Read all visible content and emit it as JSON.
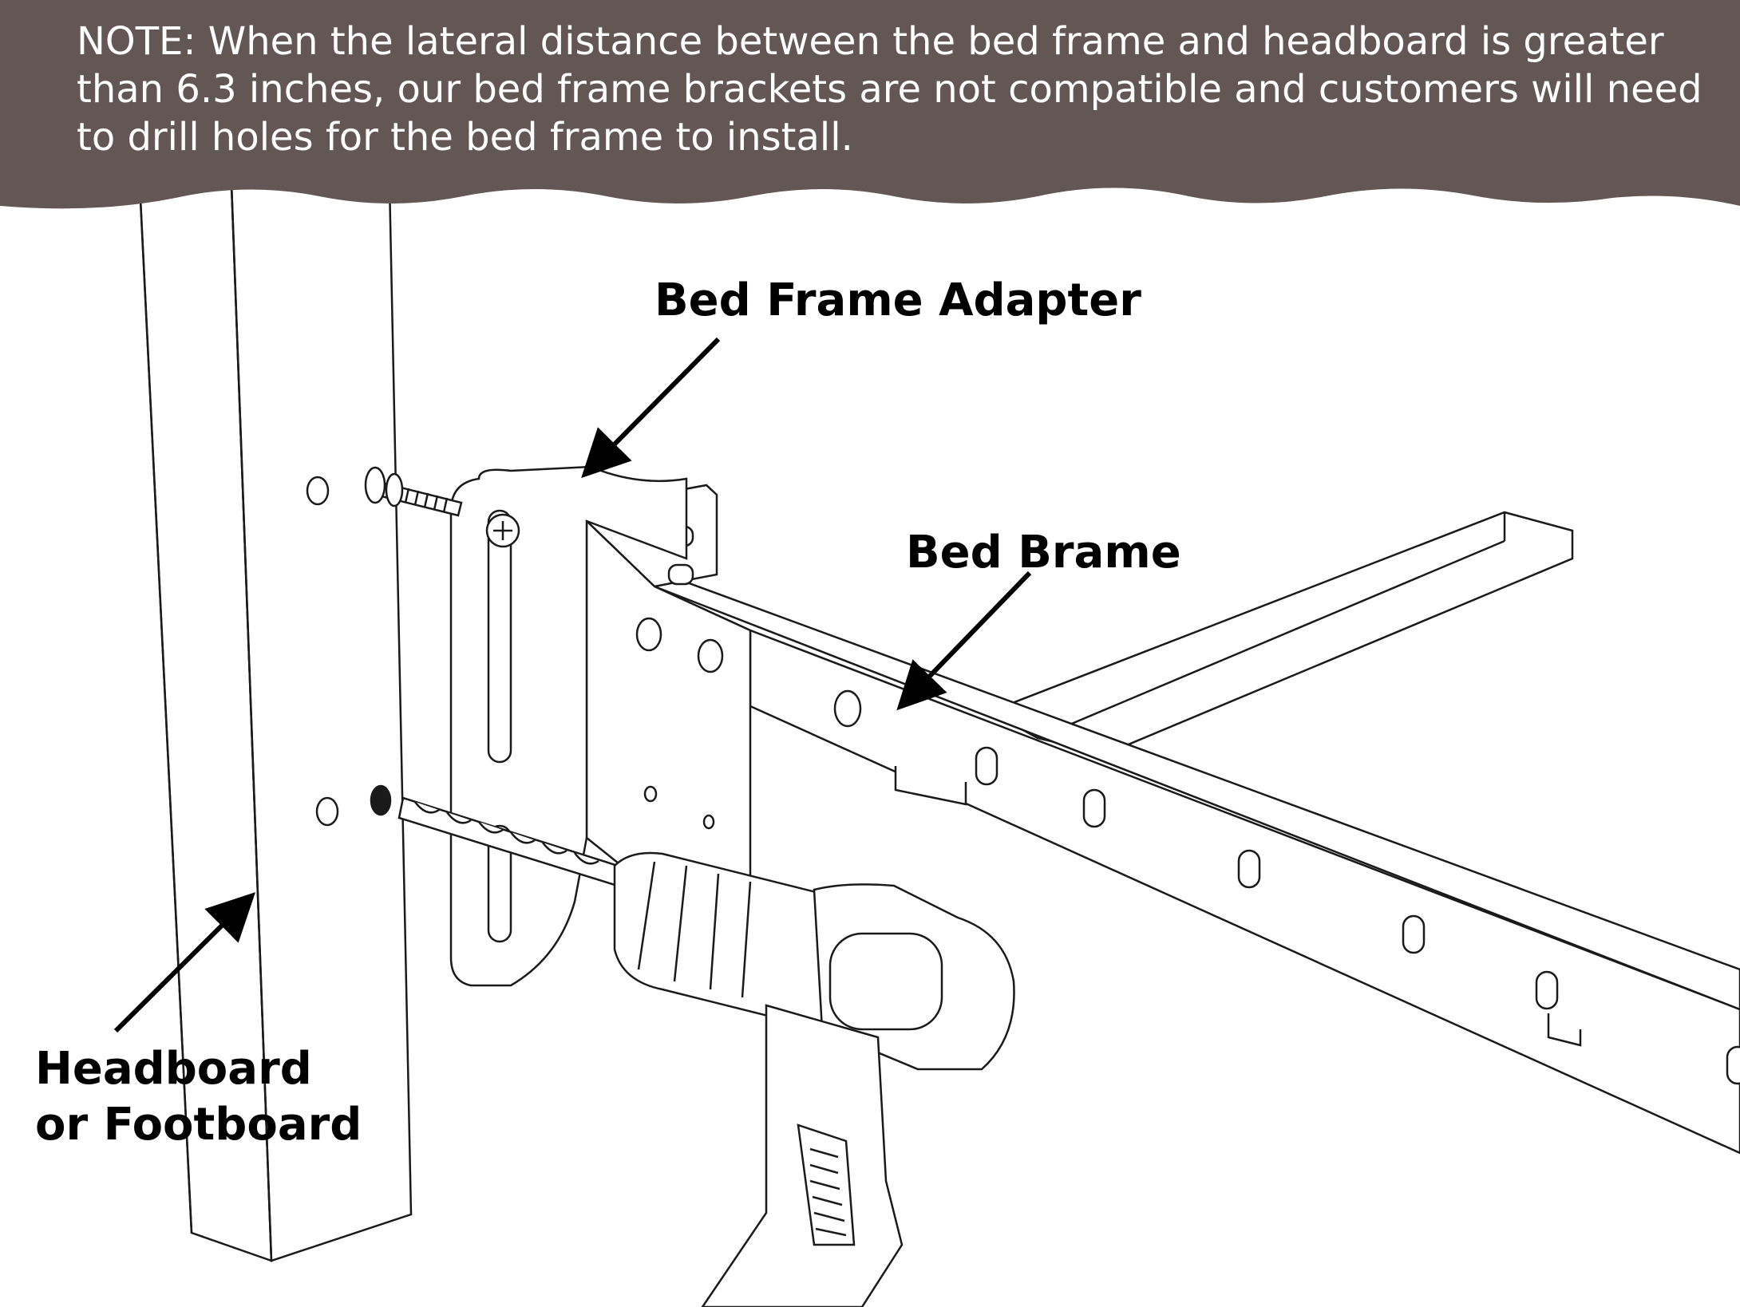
{
  "note": {
    "text": "NOTE: When the lateral distance between the bed frame and headboard is greater than 6.3 inches, our bed frame brackets are not compatible and customers will need to drill holes for the bed frame to install."
  },
  "labels": {
    "adapter": "Bed Frame Adapter",
    "frame": "Bed Brame",
    "headboard_line1": "Headboard",
    "headboard_line2": "or Footboard"
  },
  "colors": {
    "banner": "#635755",
    "line": "#1a1a1a",
    "arrow": "#000000",
    "background": "#ffffff"
  }
}
